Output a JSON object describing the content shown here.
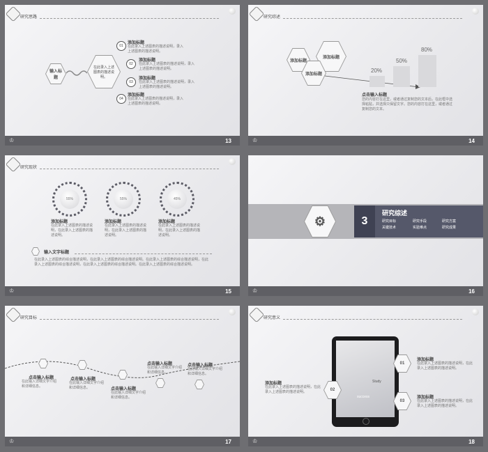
{
  "slides": [
    {
      "num": "13",
      "header": "研究思路",
      "center_hex": "输入标题",
      "center_text": "在此录入上述图表的描述说明。",
      "items": [
        {
          "num": "01",
          "title": "添加标题",
          "text": "在此录入上述图表的描述说明，录入上述图表的描述说明。"
        },
        {
          "num": "02",
          "title": "添加标题",
          "text": "在此录入上述图表的描述说明，录入上述图表的描述说明。"
        },
        {
          "num": "03",
          "title": "添加标题",
          "text": "在此录入上述图表的描述说明，录入上述图表的描述说明。"
        },
        {
          "num": "04",
          "title": "添加标题",
          "text": "在此录入上述图表的描述说明，录入上述图表的描述说明。"
        }
      ]
    },
    {
      "num": "14",
      "header": "研究综述",
      "hexes": [
        "添加标题",
        "添加标题",
        "添加标题"
      ],
      "percents": [
        "20%",
        "50%",
        "80%"
      ],
      "bar_values": [
        20,
        50,
        80
      ],
      "title": "点击输入标题",
      "text": "您的内容打在这里，或者通过复制您的文本后，在此框中选择粘贴，并选择只保留文字。您的内容打在这里，或者通过复制您的文本。"
    },
    {
      "num": "15",
      "header": "研究现状",
      "circles": [
        {
          "value": "55%",
          "title": "添加标题",
          "text": "在此录入上述图表的描述说明，在此录入上述图表的描述说明。"
        },
        {
          "value": "55%",
          "title": "添加标题",
          "text": "在此录入上述图表的描述说明，在此录入上述图表的描述说明。"
        },
        {
          "value": "45%",
          "title": "添加标题",
          "text": "在此录入上述图表的描述说明，在此录入上述图表的描述说明。"
        }
      ],
      "sub_title": "输入文字标题",
      "paragraph": "在此录入上述图表的综合描述说明，在此录入上述图表的综合描述说明。在此录入上述图表的综合描述说明，在此录入上述图表的综合描述说明，在此录入上述图表的综合描述说明。在此录入上述图表的综合描述说明。"
    },
    {
      "num": "16",
      "section_num": "3",
      "section_title": "研究综述",
      "items": [
        "研究目标",
        "研究手段",
        "研究方案",
        "关键技术",
        "实验难点",
        "研究成果"
      ]
    },
    {
      "num": "17",
      "header": "研究目标",
      "points": [
        {
          "title": "点击输入标题",
          "text": "在此输入详细文字介绍和详细信息。"
        },
        {
          "title": "点击输入标题",
          "text": "在此输入详细文字介绍和详细信息。"
        },
        {
          "title": "点击输入标题",
          "text": "在此输入详细文字介绍和详细信息。"
        },
        {
          "title": "点击输入标题",
          "text": "在此输入详细文字介绍和详细信息。"
        },
        {
          "title": "点击输入标题",
          "text": "在此输入详细文字介绍和详细信息。"
        }
      ]
    },
    {
      "num": "18",
      "header": "研究意义",
      "items": [
        {
          "num": "01",
          "title": "添加标题",
          "text": "在此录入上述图表的描述说明，在此录入上述图表的描述说明。"
        },
        {
          "num": "02",
          "title": "添加标题",
          "text": "在此录入上述图表的描述说明，在此录入上述图表的描述说明。"
        },
        {
          "num": "03",
          "title": "添加标题",
          "text": "在此录入上述图表的描述说明，在此录入上述图表的描述说明。"
        }
      ],
      "screen_labels": [
        "Study",
        "success"
      ]
    }
  ]
}
